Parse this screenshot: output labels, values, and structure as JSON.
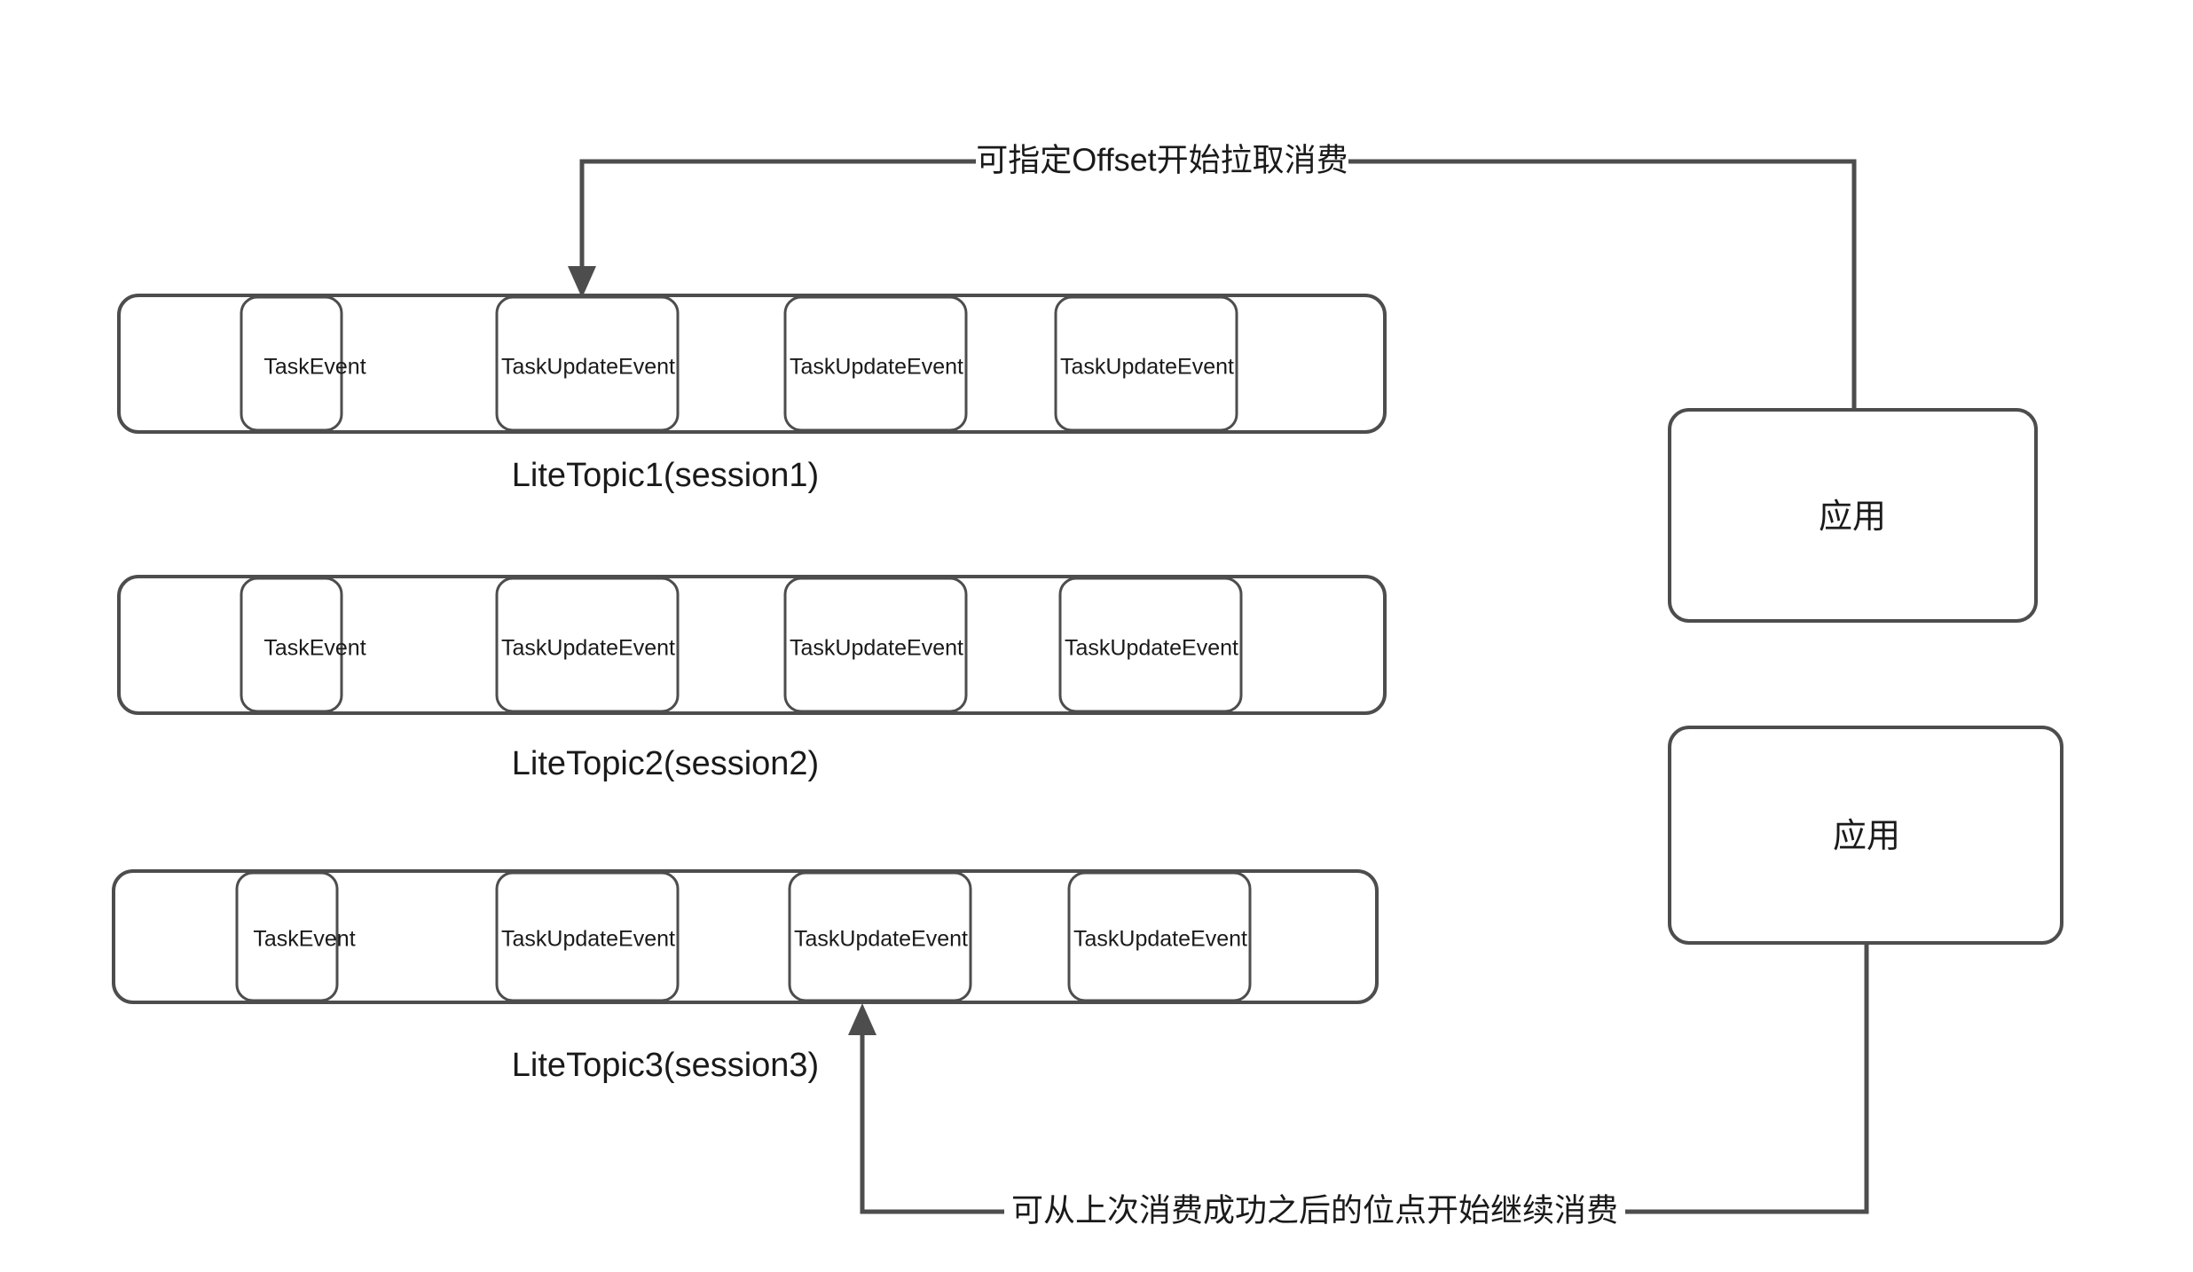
{
  "diagram": {
    "title": "LiteTopic consumption diagram",
    "colors": {
      "stroke": "#4d4d4d",
      "text": "#1a1a1a",
      "background": "#ffffff"
    },
    "topics": [
      {
        "id": "topic1",
        "label": "LiteTopic1(session1)",
        "events": [
          "TaskEvent",
          "TaskUpdateEvent",
          "TaskUpdateEvent",
          "TaskUpdateEvent"
        ]
      },
      {
        "id": "topic2",
        "label": "LiteTopic2(session2)",
        "events": [
          "TaskEvent",
          "TaskUpdateEvent",
          "TaskUpdateEvent",
          "TaskUpdateEvent"
        ]
      },
      {
        "id": "topic3",
        "label": "LiteTopic3(session3)",
        "events": [
          "TaskEvent",
          "TaskUpdateEvent",
          "TaskUpdateEvent",
          "TaskUpdateEvent"
        ]
      }
    ],
    "apps": [
      {
        "id": "app1",
        "label": "应用"
      },
      {
        "id": "app2",
        "label": "应用"
      }
    ],
    "edges": [
      {
        "id": "offset-edge",
        "label": "可指定Offset开始拉取消费",
        "from": "app1",
        "to": "topic1-event2",
        "direction": "left"
      },
      {
        "id": "resume-edge",
        "label": "可从上次消费成功之后的位点开始继续消费",
        "from": "app2",
        "to": "topic3-event3",
        "direction": "left"
      }
    ]
  }
}
